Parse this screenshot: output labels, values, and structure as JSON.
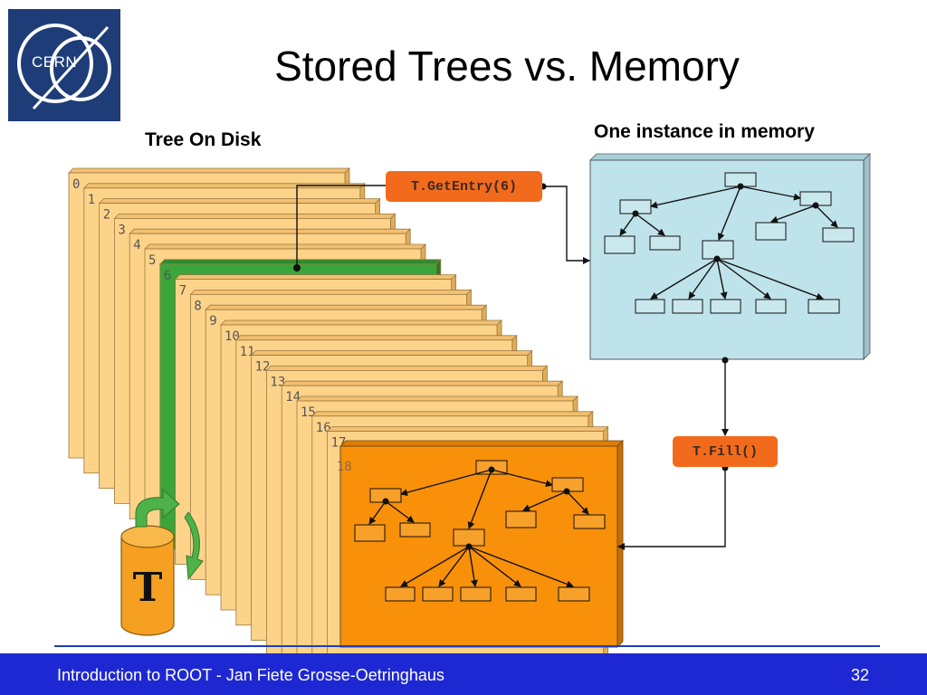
{
  "logo": {
    "text": "CERN",
    "background": "#1e3c78"
  },
  "title": "Stored Trees vs. Memory",
  "disk_label": "Tree On Disk",
  "memory_label": "One instance in memory",
  "get_entry_label": "T.GetEntry(6)",
  "fill_label": "T.Fill()",
  "cylinder_letter": "T",
  "entries": [
    "0",
    "1",
    "2",
    "3",
    "4",
    "5",
    "6",
    "7",
    "8",
    "9",
    "10",
    "11",
    "12",
    "13",
    "14",
    "15",
    "16",
    "17",
    "18"
  ],
  "selected_entry": "6",
  "footer": {
    "left": "Introduction to ROOT - Jan Fiete Grosse-Oetringhaus",
    "page": "32"
  },
  "colors": {
    "page_fill": "#fdd38a",
    "selected_page": "#3aa53a",
    "current_entry": "#f9900a",
    "memory_box": "#bfe3ea",
    "button": "#f26b1d",
    "footer": "#1e28d2",
    "arrow_green": "#4eb24a",
    "cylinder": "#f5a020"
  }
}
